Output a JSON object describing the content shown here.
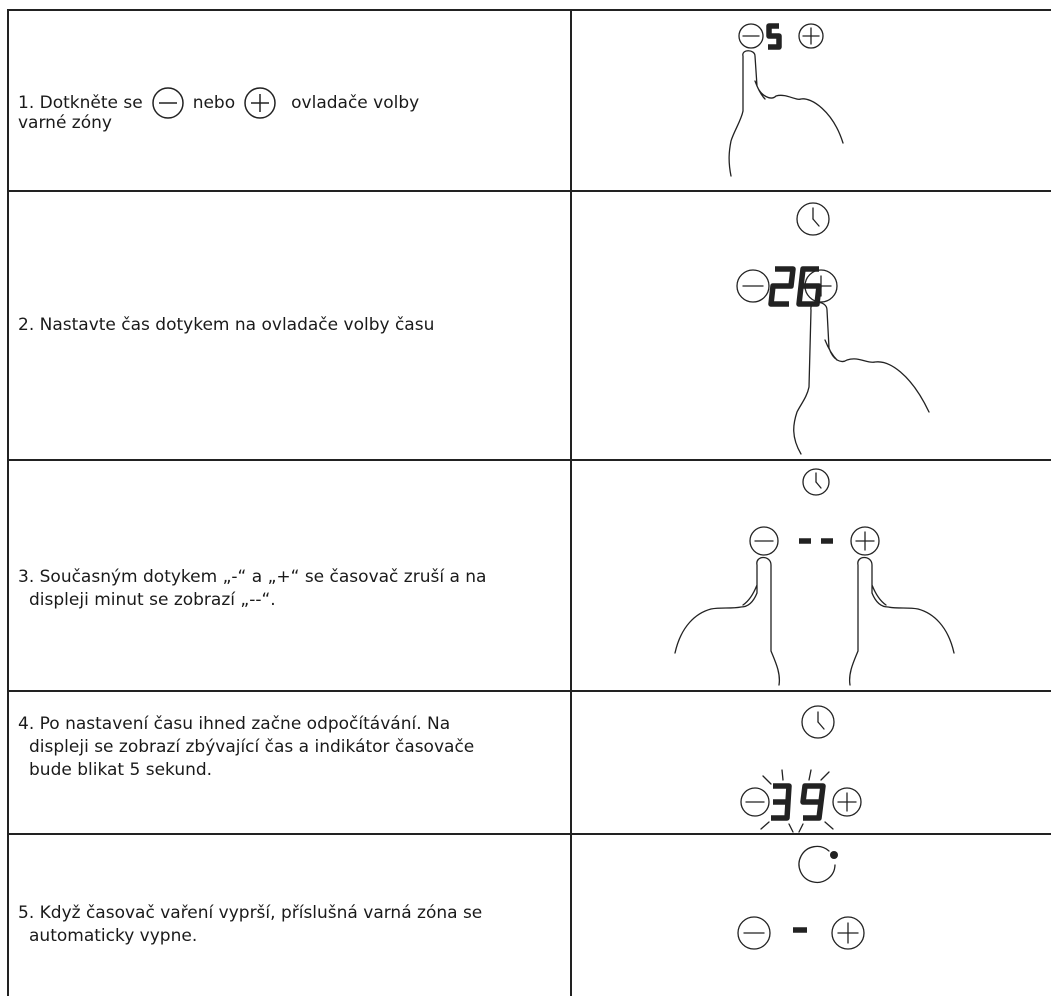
{
  "rows": [
    {
      "step_prefix": "1. Dotkněte se",
      "step_mid": "nebo",
      "step_suffix": "ovladače volby",
      "step_line2": "varné zóny",
      "inline_icons": [
        "minus-icon",
        "plus-icon"
      ],
      "display": "5",
      "figure_icons": [
        "minus-icon",
        "plus-icon",
        "hand-icon"
      ]
    },
    {
      "step_text": "2. Nastavte čas dotykem na ovladače volby času",
      "display": "26",
      "figure_icons": [
        "clock-icon",
        "minus-icon",
        "plus-icon",
        "hand-icon"
      ]
    },
    {
      "step_line1": "3. Současným dotykem „-“ a „+“ se časovač zruší a na",
      "step_line2": "displeji minut se zobrazí „--“.",
      "display": "--",
      "figure_icons": [
        "clock-icon",
        "minus-icon",
        "plus-icon",
        "hand-icon",
        "hand-icon"
      ]
    },
    {
      "step_line1": "4. Po nastavení času ihned začne odpočítávání. Na",
      "step_line2": "displeji se zobrazí zbývající čas a indikátor časovače",
      "step_line3": "bude blikat 5 sekund.",
      "display": "39",
      "figure_icons": [
        "clock-icon",
        "minus-icon",
        "plus-icon",
        "blink-rays-icon"
      ]
    },
    {
      "step_line1": "5. Když časovač vaření vyprší, příslušná varná zóna se",
      "step_line2": "automaticky vypne.",
      "display": "-",
      "figure_icons": [
        "timer-finished-icon",
        "minus-icon",
        "plus-icon"
      ]
    }
  ]
}
